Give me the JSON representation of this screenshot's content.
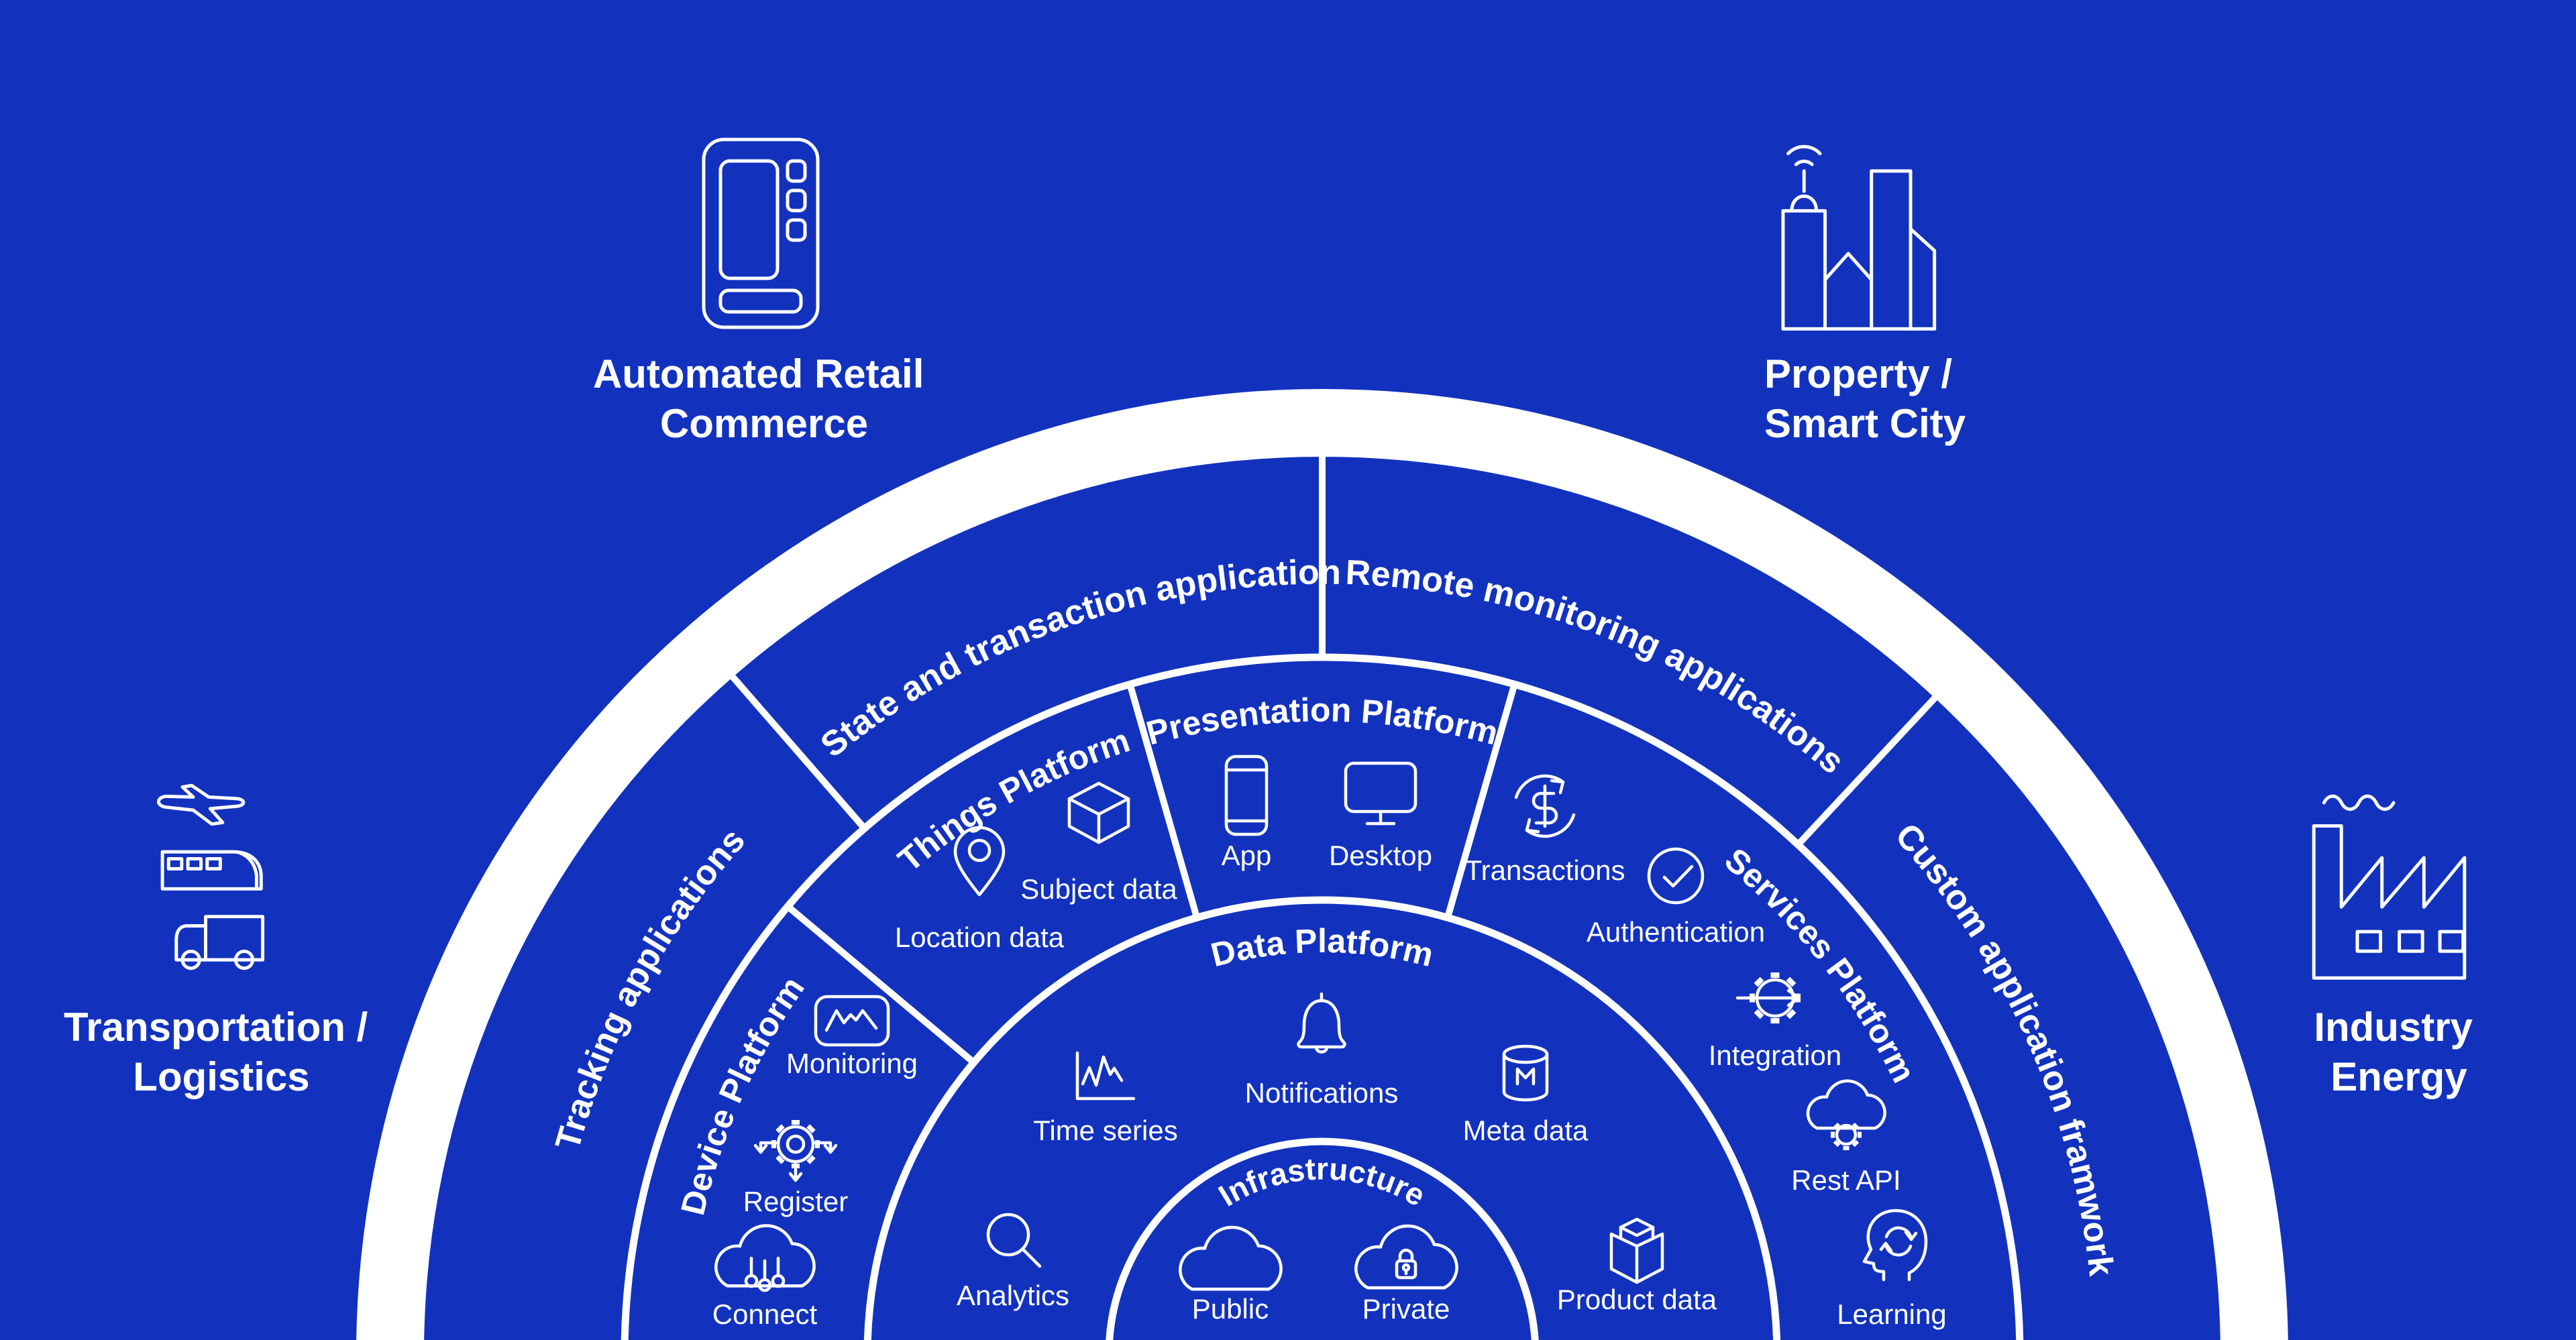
{
  "colors": {
    "background": "#1232BE",
    "foreground": "#FFFFFF"
  },
  "corners": {
    "automated_retail": {
      "line1": "Automated Retail",
      "line2": "Commerce",
      "icon": "vending-machine-icon"
    },
    "property_smart_city": {
      "line1": "Property /",
      "line2": "Smart City",
      "icon": "smart-city-icon"
    },
    "transportation_logistics": {
      "line1": "Transportation /",
      "line2": "Logistics",
      "icon": "plane-train-truck-icon"
    },
    "industry_energy": {
      "line1": "Industry",
      "line2": "Energy",
      "icon": "factory-icon"
    }
  },
  "application_ring": {
    "tracking": "Tracking applications",
    "state": "State and transaction application",
    "remote": "Remote monitoring applications",
    "custom": "Custom application framwork"
  },
  "platform_ring": {
    "device": "Device Platform",
    "things": "Things Platform",
    "presentation": "Presentation Platform",
    "services": "Services Platform"
  },
  "data_ring": {
    "title": "Data Platform"
  },
  "infrastructure_ring": {
    "title": "Infrastructure"
  },
  "items": {
    "device": [
      {
        "label": "Monitoring",
        "icon": "chart-panel-icon"
      },
      {
        "label": "Register",
        "icon": "gear-arrows-icon"
      },
      {
        "label": "Connect",
        "icon": "cloud-nodes-icon"
      }
    ],
    "things": [
      {
        "label": "Location data",
        "icon": "location-pin-icon"
      },
      {
        "label": "Subject data",
        "icon": "cube-icon"
      }
    ],
    "presentation": [
      {
        "label": "App",
        "icon": "smartphone-icon"
      },
      {
        "label": "Desktop",
        "icon": "monitor-icon"
      }
    ],
    "services": [
      {
        "label": "Transactions",
        "icon": "dollar-cycle-icon"
      },
      {
        "label": "Authentication",
        "icon": "check-circle-icon"
      },
      {
        "label": "Integration",
        "icon": "gear-arrow-icon"
      },
      {
        "label": "Rest API",
        "icon": "cloud-gear-icon"
      },
      {
        "label": "Learning",
        "icon": "head-refresh-icon"
      }
    ],
    "data_platform": [
      {
        "label": "Time series",
        "icon": "line-chart-icon"
      },
      {
        "label": "Notifications",
        "icon": "bell-icon"
      },
      {
        "label": "Meta data",
        "icon": "database-icon"
      },
      {
        "label": "Analytics",
        "icon": "magnifier-icon"
      },
      {
        "label": "Product data",
        "icon": "open-box-icon"
      }
    ],
    "infrastructure": [
      {
        "label": "Public",
        "icon": "cloud-icon"
      },
      {
        "label": "Private",
        "icon": "cloud-lock-icon"
      }
    ]
  }
}
